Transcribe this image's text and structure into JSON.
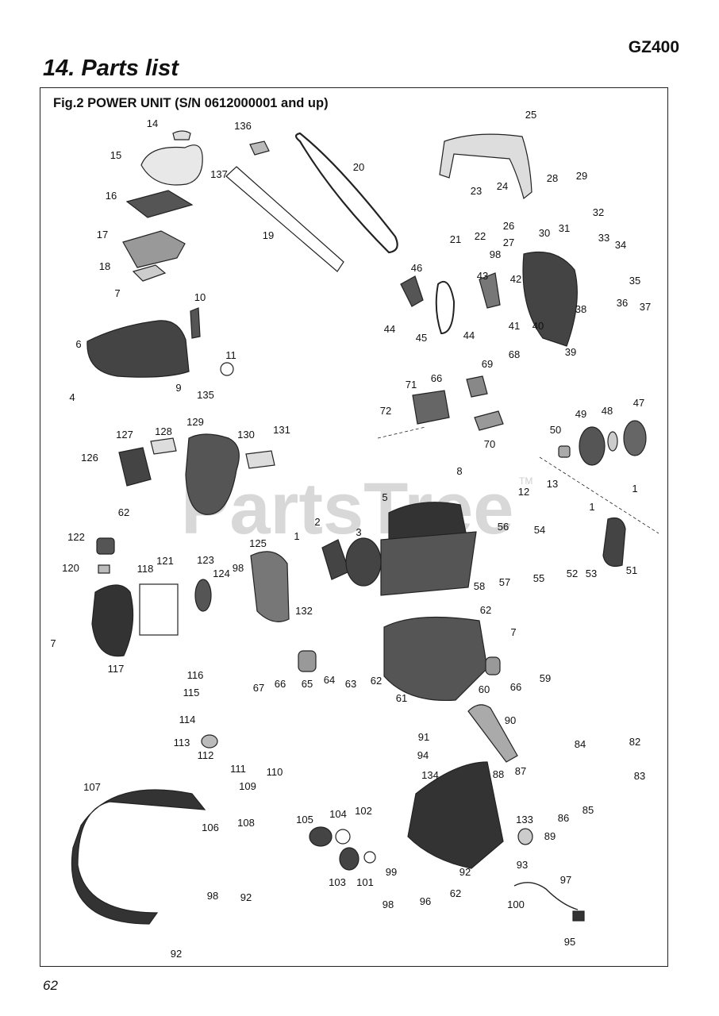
{
  "header": {
    "model": "GZ400",
    "section_title": "14. Parts list"
  },
  "figure": {
    "title": "Fig.2 POWER UNIT (S/N 0612000001 and up)"
  },
  "watermark": {
    "text": "PartsTree",
    "tm": "TM"
  },
  "footer": {
    "page_number": "62"
  },
  "parts": [
    {
      "n": "14"
    },
    {
      "n": "136"
    },
    {
      "n": "15"
    },
    {
      "n": "20"
    },
    {
      "n": "137"
    },
    {
      "n": "25"
    },
    {
      "n": "16"
    },
    {
      "n": "19"
    },
    {
      "n": "23"
    },
    {
      "n": "24"
    },
    {
      "n": "28"
    },
    {
      "n": "29"
    },
    {
      "n": "17"
    },
    {
      "n": "21"
    },
    {
      "n": "22"
    },
    {
      "n": "26"
    },
    {
      "n": "32"
    },
    {
      "n": "31"
    },
    {
      "n": "30"
    },
    {
      "n": "27"
    },
    {
      "n": "33"
    },
    {
      "n": "34"
    },
    {
      "n": "18"
    },
    {
      "n": "98"
    },
    {
      "n": "46"
    },
    {
      "n": "43"
    },
    {
      "n": "42"
    },
    {
      "n": "35"
    },
    {
      "n": "7"
    },
    {
      "n": "10"
    },
    {
      "n": "38"
    },
    {
      "n": "36"
    },
    {
      "n": "37"
    },
    {
      "n": "44"
    },
    {
      "n": "41"
    },
    {
      "n": "40"
    },
    {
      "n": "45"
    },
    {
      "n": "44"
    },
    {
      "n": "39"
    },
    {
      "n": "6"
    },
    {
      "n": "11"
    },
    {
      "n": "68"
    },
    {
      "n": "9"
    },
    {
      "n": "135"
    },
    {
      "n": "4"
    },
    {
      "n": "66"
    },
    {
      "n": "69"
    },
    {
      "n": "71"
    },
    {
      "n": "47"
    },
    {
      "n": "72"
    },
    {
      "n": "48"
    },
    {
      "n": "49"
    },
    {
      "n": "129"
    },
    {
      "n": "127"
    },
    {
      "n": "128"
    },
    {
      "n": "130"
    },
    {
      "n": "131"
    },
    {
      "n": "70"
    },
    {
      "n": "50"
    },
    {
      "n": "126"
    },
    {
      "n": "8"
    },
    {
      "n": "13"
    },
    {
      "n": "12"
    },
    {
      "n": "1"
    },
    {
      "n": "62"
    },
    {
      "n": "5"
    },
    {
      "n": "1"
    },
    {
      "n": "2"
    },
    {
      "n": "3"
    },
    {
      "n": "56"
    },
    {
      "n": "54"
    },
    {
      "n": "122"
    },
    {
      "n": "1"
    },
    {
      "n": "125"
    },
    {
      "n": "120"
    },
    {
      "n": "118"
    },
    {
      "n": "121"
    },
    {
      "n": "123"
    },
    {
      "n": "124"
    },
    {
      "n": "98"
    },
    {
      "n": "58"
    },
    {
      "n": "57"
    },
    {
      "n": "55"
    },
    {
      "n": "52"
    },
    {
      "n": "53"
    },
    {
      "n": "51"
    },
    {
      "n": "132"
    },
    {
      "n": "62"
    },
    {
      "n": "7"
    },
    {
      "n": "7"
    },
    {
      "n": "117"
    },
    {
      "n": "67"
    },
    {
      "n": "66"
    },
    {
      "n": "65"
    },
    {
      "n": "64"
    },
    {
      "n": "63"
    },
    {
      "n": "62"
    },
    {
      "n": "60"
    },
    {
      "n": "66"
    },
    {
      "n": "59"
    },
    {
      "n": "116"
    },
    {
      "n": "61"
    },
    {
      "n": "115"
    },
    {
      "n": "90"
    },
    {
      "n": "114"
    },
    {
      "n": "91"
    },
    {
      "n": "113"
    },
    {
      "n": "84"
    },
    {
      "n": "82"
    },
    {
      "n": "94"
    },
    {
      "n": "112"
    },
    {
      "n": "111"
    },
    {
      "n": "110"
    },
    {
      "n": "134"
    },
    {
      "n": "88"
    },
    {
      "n": "87"
    },
    {
      "n": "83"
    },
    {
      "n": "107"
    },
    {
      "n": "109"
    },
    {
      "n": "86"
    },
    {
      "n": "85"
    },
    {
      "n": "102"
    },
    {
      "n": "105"
    },
    {
      "n": "104"
    },
    {
      "n": "108"
    },
    {
      "n": "133"
    },
    {
      "n": "106"
    },
    {
      "n": "89"
    },
    {
      "n": "93"
    },
    {
      "n": "99"
    },
    {
      "n": "103"
    },
    {
      "n": "101"
    },
    {
      "n": "92"
    },
    {
      "n": "97"
    },
    {
      "n": "62"
    },
    {
      "n": "98"
    },
    {
      "n": "92"
    },
    {
      "n": "96"
    },
    {
      "n": "98"
    },
    {
      "n": "100"
    },
    {
      "n": "95"
    },
    {
      "n": "92"
    }
  ]
}
